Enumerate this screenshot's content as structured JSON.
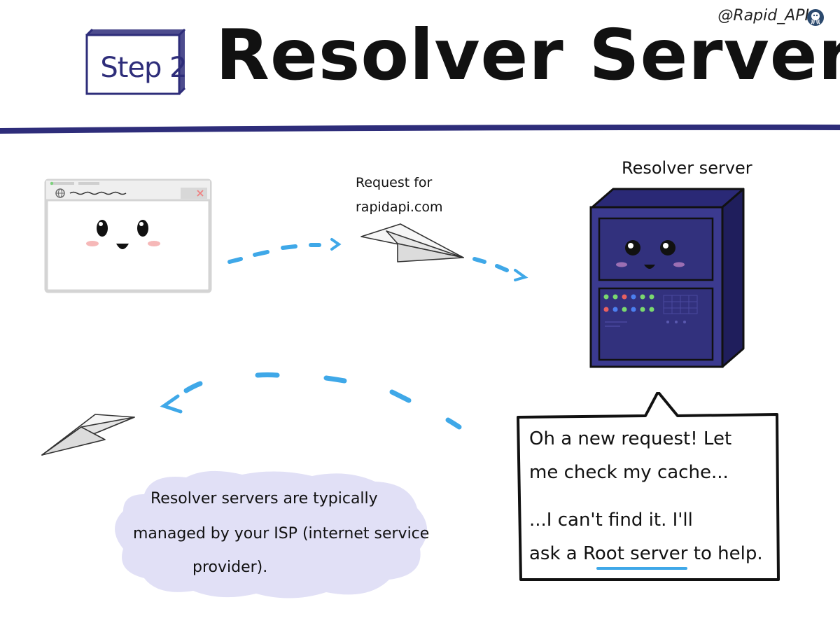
{
  "header": {
    "step_label": "Step 2",
    "title": "Resolver Server",
    "handle": "@Rapid_API"
  },
  "request": {
    "line1": "Request for",
    "line2": "rapidapi.com"
  },
  "server": {
    "label": "Resolver server"
  },
  "speech": {
    "line1": "Oh a new request! Let",
    "line2": "me check my cache...",
    "line3": "...I can't find it. I'll",
    "line4_prefix": "ask a ",
    "line4_highlight": "Root server",
    "line4_suffix": " to help."
  },
  "note": {
    "line1": "Resolver servers are typically",
    "line2": "managed by your ISP (internet service",
    "line3": "provider)."
  },
  "colors": {
    "accent": "#2e2d7a",
    "server_body": "#3b3a8f",
    "dash": "#3fa8e8",
    "cloud": "#e1e0f6",
    "browser_border": "#d4d4d4"
  }
}
